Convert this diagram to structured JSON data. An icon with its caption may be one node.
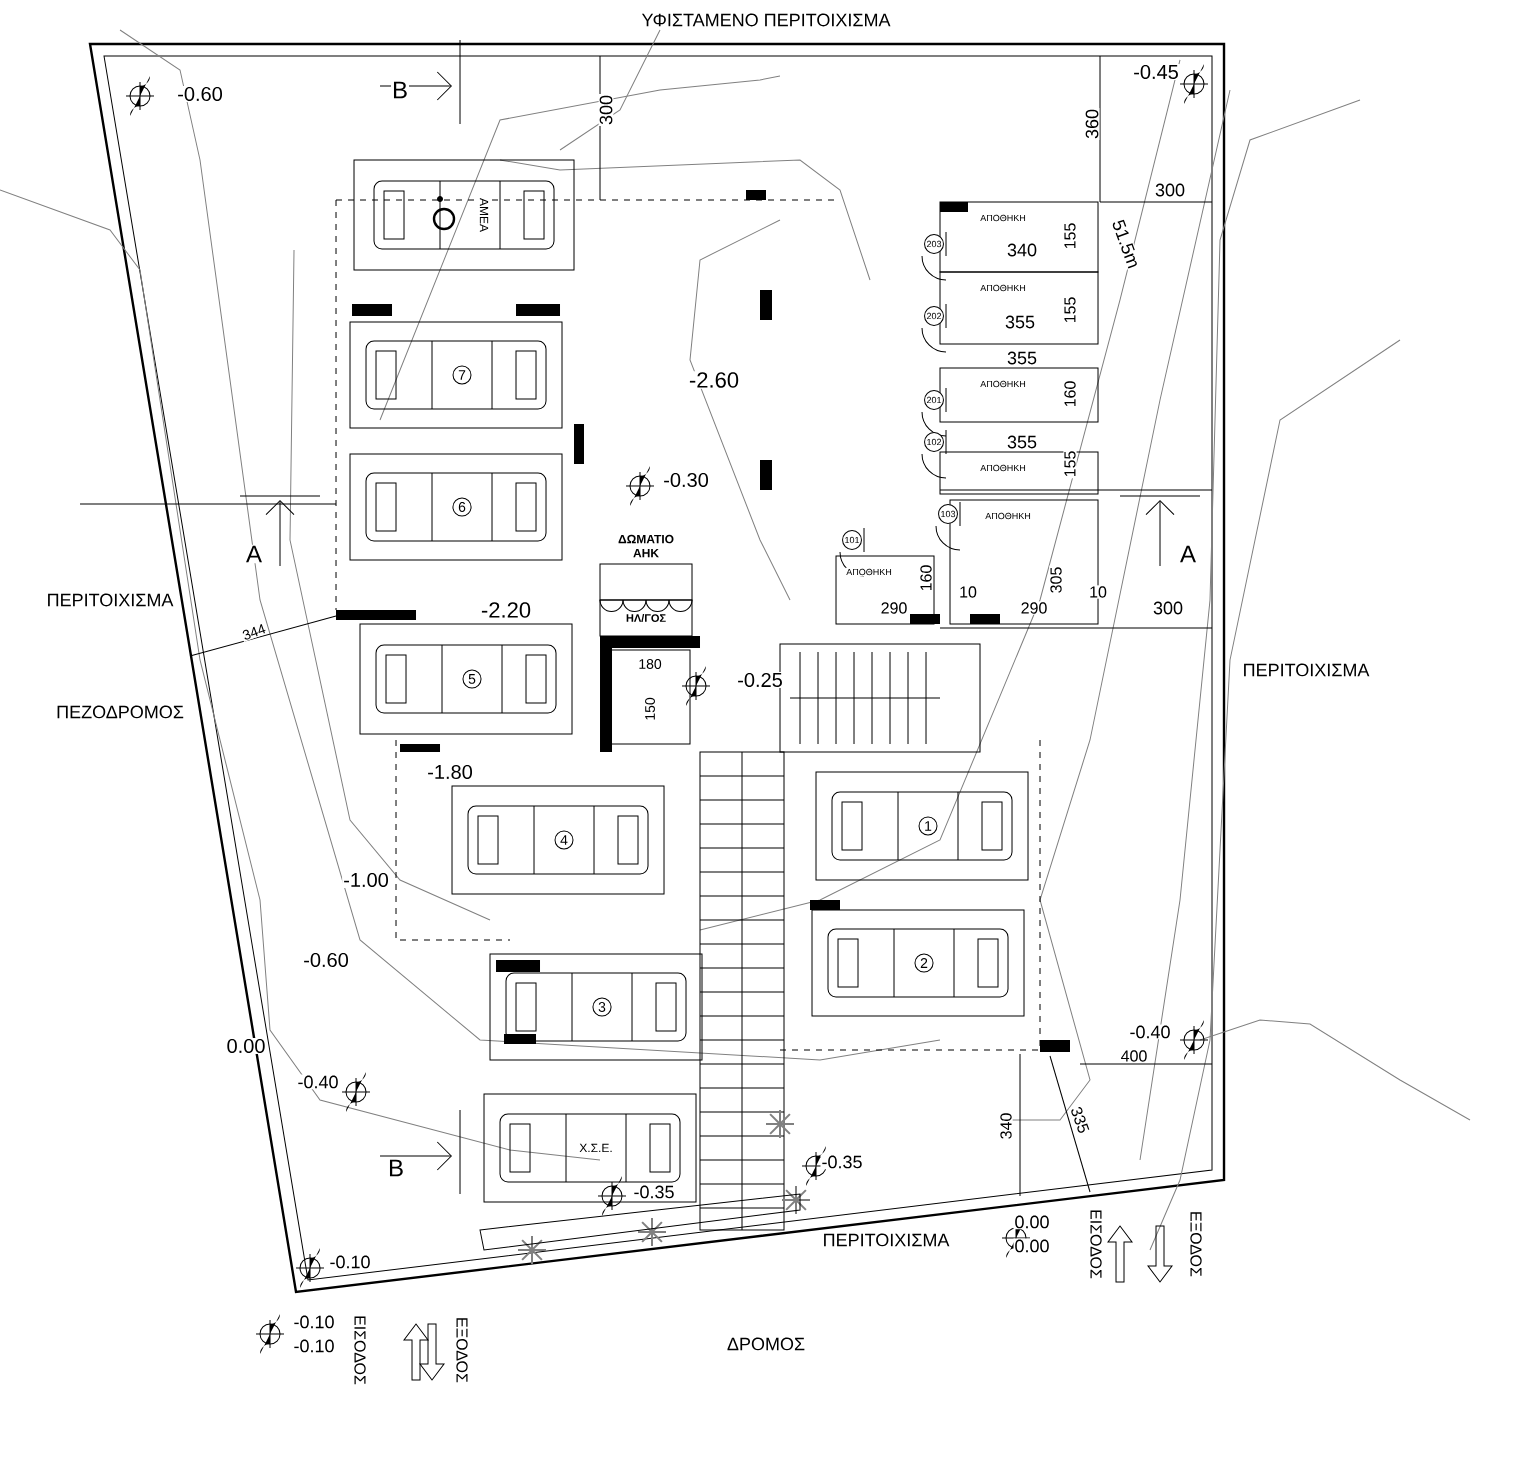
{
  "diagram": {
    "nodes": [
      {
        "text": [
          "ΑΜΕΑ"
        ]
      },
      {
        "text": [
          "7"
        ]
      },
      {
        "text": [
          "6"
        ]
      },
      {
        "text": [
          "5"
        ]
      },
      {
        "text": [
          "4"
        ]
      },
      {
        "text": [
          "3"
        ]
      },
      {
        "text": [
          "Χ.Σ.Ε."
        ]
      },
      {
        "text": [
          "1"
        ]
      },
      {
        "text": [
          "2"
        ]
      },
      {
        "text": [
          "ΑΠΟΘΗΚΗ"
        ],
        "beside": [
          "203"
        ]
      },
      {
        "text": [
          "ΑΠΟΘΗΚΗ"
        ],
        "beside": [
          "202"
        ]
      },
      {
        "text": [
          "ΑΠΟΘΗΚΗ"
        ],
        "beside": [
          "201"
        ]
      },
      {
        "text": [
          "ΑΠΟΘΗΚΗ"
        ],
        "beside": [
          "102"
        ]
      },
      {
        "text": [
          "ΑΠΟΘΗΚΗ"
        ],
        "beside": [
          "103"
        ]
      },
      {
        "text": [
          "ΑΠΟΘΗΚΗ"
        ],
        "beside": [
          "101"
        ]
      },
      {
        "text": [
          "ΔΩΜΑΤΙΟ ΑΗΚ",
          "ΗΛ/ΓΟΣ"
        ]
      },
      {
        "text": [
          "180",
          "150"
        ]
      }
    ],
    "labels": [
      "ΥΦΙΣΤΑΜΕΝΟ ΠΕΡΙΤΟΙΧΙΣΜΑ",
      "-0.60",
      "B",
      "300",
      "360",
      "-0.45",
      "300",
      "340",
      "155",
      "51.5m",
      "355",
      "155",
      "-2.60",
      "355",
      "160",
      "355",
      "155",
      "-0.30",
      "A",
      "A",
      "305",
      "ΠΕΡΙΤΟΙΧΙΣΜΑ",
      "-2.20",
      "160",
      "290",
      "10",
      "290",
      "10",
      "300",
      "344",
      "ΠΕΡΙΤΟΙΧΙΣΜΑ",
      "-0.25",
      "ΠΕΖΟΔΡΟΜΟΣ",
      "-1.80",
      "-1.00",
      "-0.60",
      "0.00",
      "-0.40",
      "-0.40",
      "400",
      "340",
      "335",
      "B",
      "-0.35",
      "-0.35",
      "-0.10",
      "ΠΕΡΙΤΟΙΧΙΣΜΑ",
      "0.00",
      "0.00",
      "ΕΙΣΟΔΟΣ",
      "ΕΞΟΔΟΣ",
      "-0.10",
      "-0.10",
      "ΕΙΣΟΔΟΣ",
      "ΕΞΟΔΟΣ",
      "ΔΡΟΜΟΣ"
    ]
  }
}
